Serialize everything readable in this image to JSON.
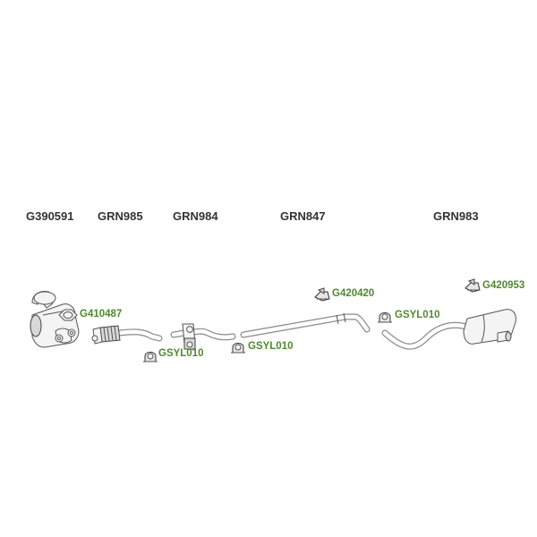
{
  "parts": [
    {
      "code": "G390591"
    },
    {
      "code": "GRN985"
    },
    {
      "code": "GRN984"
    },
    {
      "code": "GRN847"
    },
    {
      "code": "GRN983"
    }
  ],
  "accessories": [
    {
      "code": "G410487"
    },
    {
      "code": "GSYL010"
    },
    {
      "code": "GSYL010"
    },
    {
      "code": "G420420"
    },
    {
      "code": "GSYL010"
    },
    {
      "code": "G420953"
    }
  ],
  "colors": {
    "part_label": "#333333",
    "accessory_label": "#4e8a2c",
    "pipe_outline": "#8a8a8a"
  }
}
